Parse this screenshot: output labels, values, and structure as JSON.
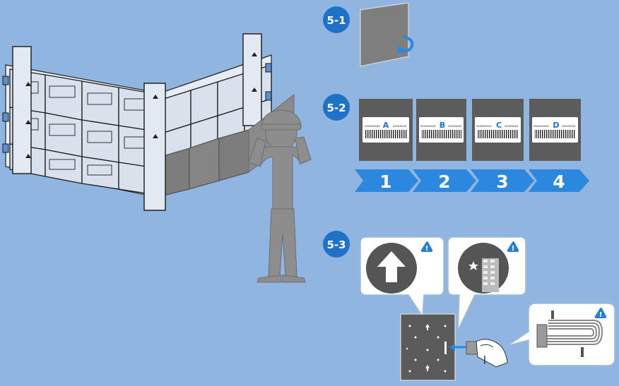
{
  "steps": {
    "step1": {
      "label": "5-1"
    },
    "step2": {
      "label": "5-2"
    },
    "step3": {
      "label": "5-3"
    }
  },
  "labels": {
    "items": [
      {
        "code": "xxxxxxxxx",
        "letter": "A",
        "code2": "xxxxxxxx"
      },
      {
        "code": "xxxxxxxxx",
        "letter": "B",
        "code2": "xxxxxxxx"
      },
      {
        "code": "xxxxxxxxx",
        "letter": "C",
        "code2": "xxxxxxxx"
      },
      {
        "code": "xxxxxxxxx",
        "letter": "D",
        "code2": "xxxxxxxx"
      }
    ]
  },
  "sequence": {
    "numbers": [
      "1",
      "2",
      "3",
      "4"
    ]
  },
  "colors": {
    "background": "#8fb5e0",
    "accent_blue": "#1f72c8",
    "chevron_blue": "#2c88dd",
    "panel_gray": "#5c5c5c",
    "wall_gray": "#7d7d7d",
    "person_gray": "#8d8d8d",
    "warning_blue": "#2a7fd4"
  },
  "icons": {
    "rotate": "rotate-arrow-icon",
    "up_arrow": "up-arrow-icon",
    "star": "star-icon",
    "warning": "warning-icon"
  }
}
